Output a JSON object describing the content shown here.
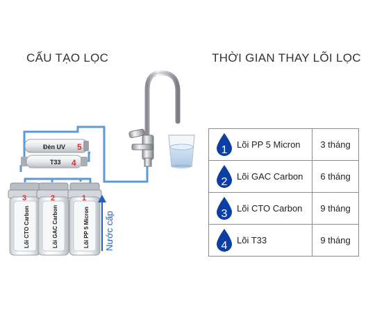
{
  "titles": {
    "left": "CẤU TẠO LỌC",
    "right": "THỜI GIAN THAY LÕI LỌC"
  },
  "colors": {
    "pipe": "#5b9bd5",
    "drop": "#0b3fa6",
    "number_red": "#e03030",
    "border": "#8a8a8a"
  },
  "diagram": {
    "uv_label": "Đèn UV",
    "uv_number": "5",
    "t33_label": "T33",
    "t33_number": "4",
    "filters": [
      {
        "number": "3",
        "label": "Lõi CTO Carbon"
      },
      {
        "number": "2",
        "label": "Lõi GAC Carbon"
      },
      {
        "number": "1",
        "label": "Lõi PP 5 Micron"
      }
    ],
    "inlet_label": "Nước cấp"
  },
  "table": {
    "rows": [
      {
        "number": "1",
        "name": "Lõi PP 5 Micron",
        "time": "3 tháng"
      },
      {
        "number": "2",
        "name": "Lõi GAC Carbon",
        "time": "6 tháng"
      },
      {
        "number": "3",
        "name": "Lõi CTO Carbon",
        "time": "9 tháng"
      },
      {
        "number": "4",
        "name": "Lõi T33",
        "time": "9 tháng"
      }
    ]
  }
}
